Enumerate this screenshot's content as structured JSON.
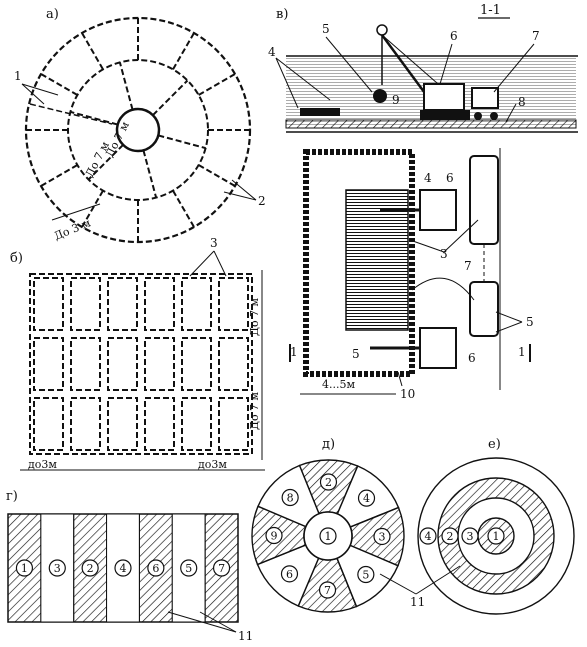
{
  "panels": {
    "a": "а)",
    "b": "б)",
    "v": "в)",
    "g": "г)",
    "d": "д)",
    "e": "е)"
  },
  "section_label": "1-1",
  "section_mark": "1",
  "callouts": {
    "n1": "1",
    "n2": "2",
    "n3": "3",
    "n4": "4",
    "n5": "5",
    "n6": "6",
    "n7": "7",
    "n8": "8",
    "n9": "9",
    "n10": "10",
    "n11": "11"
  },
  "dims": {
    "up_to_7m": "До 7 м",
    "up_to_3m": "До 3 м",
    "up_to_3m_small": "до3м",
    "four_five_m": "4...5м"
  },
  "sequence_g": [
    "1",
    "3",
    "2",
    "4",
    "6",
    "5",
    "7"
  ],
  "sequence_d": {
    "center": "1",
    "ring": [
      "2",
      "4",
      "3",
      "5",
      "7",
      "6",
      "9",
      "8"
    ]
  },
  "sequence_e": [
    "4",
    "2",
    "3",
    "1"
  ],
  "colors": {
    "ink": "#111111",
    "paper": "#ffffff"
  }
}
